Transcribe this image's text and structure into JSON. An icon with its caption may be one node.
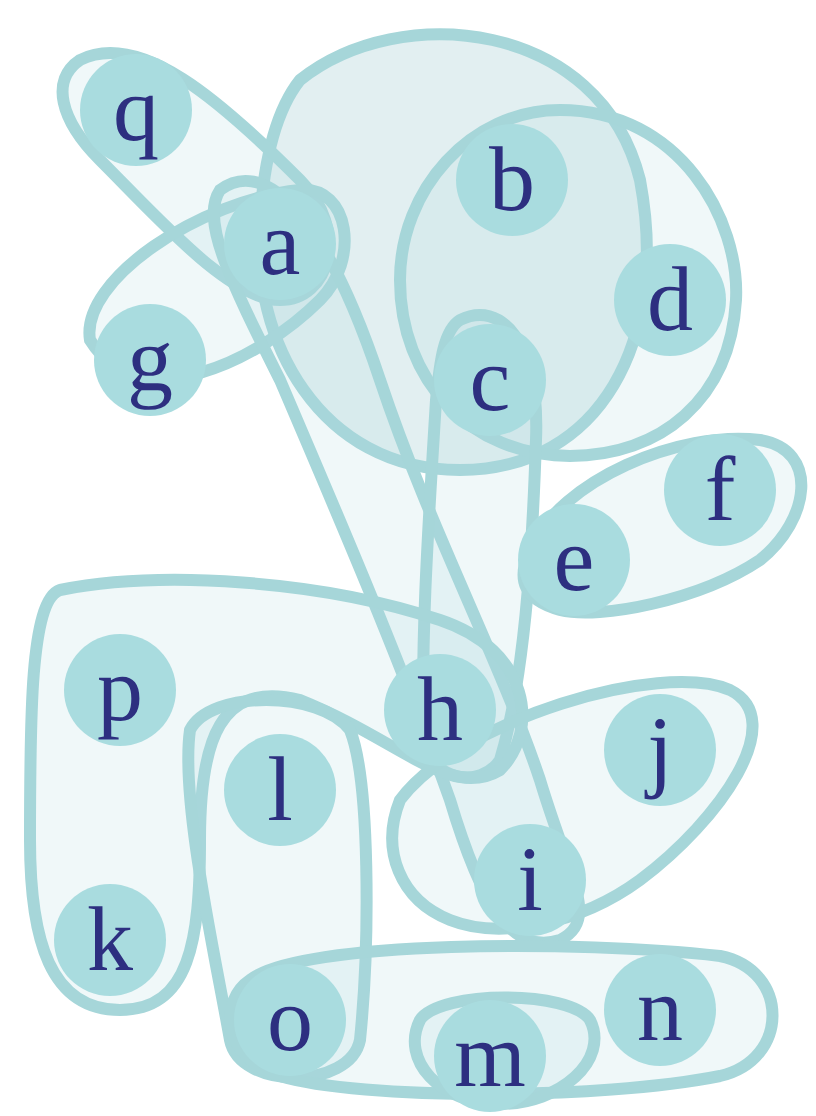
{
  "diagram": {
    "nodes": [
      {
        "text": [
          "q"
        ]
      },
      {
        "text": [
          "a"
        ]
      },
      {
        "text": [
          "b"
        ]
      },
      {
        "text": [
          "d"
        ]
      },
      {
        "text": [
          "g"
        ]
      },
      {
        "text": [
          "c"
        ]
      },
      {
        "text": [
          "f"
        ]
      },
      {
        "text": [
          "e"
        ]
      },
      {
        "text": [
          "p"
        ]
      },
      {
        "text": [
          "h"
        ]
      },
      {
        "text": [
          "j"
        ]
      },
      {
        "text": [
          "l"
        ]
      },
      {
        "text": [
          "i"
        ]
      },
      {
        "text": [
          "k"
        ]
      },
      {
        "text": [
          "o"
        ]
      },
      {
        "text": [
          "n"
        ]
      },
      {
        "text": [
          "m"
        ]
      }
    ]
  }
}
